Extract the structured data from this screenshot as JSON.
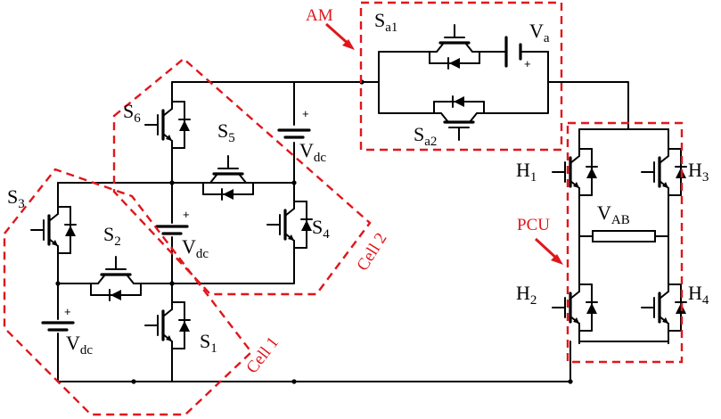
{
  "labels": {
    "am": "AM",
    "pcu": "PCU",
    "cell1": "Cell 1",
    "cell2": "Cell 2",
    "s1": "S",
    "s1_sub": "1",
    "s2": "S",
    "s2_sub": "2",
    "s3": "S",
    "s3_sub": "3",
    "s4": "S",
    "s4_sub": "4",
    "s5": "S",
    "s5_sub": "5",
    "s6": "S",
    "s6_sub": "6",
    "sa1": "S",
    "sa1_sub": "a1",
    "sa2": "S",
    "sa2_sub": "a2",
    "va": "V",
    "va_sub": "a",
    "vdc1": "V",
    "vdc1_sub": "dc",
    "vdc2": "V",
    "vdc2_sub": "dc",
    "vdc3": "V",
    "vdc3_sub": "dc",
    "h1": "H",
    "h1_sub": "1",
    "h2": "H",
    "h2_sub": "2",
    "h3": "H",
    "h3_sub": "3",
    "h4": "H",
    "h4_sub": "4",
    "vab": "V",
    "vab_sub": "AB",
    "plus": "+"
  },
  "colors": {
    "wire": "#000000",
    "highlight": "#e0161b",
    "background": "#ffffff"
  },
  "icons": [
    "igbt-icon",
    "diode-icon",
    "battery-icon",
    "resistor-icon",
    "arrow-icon"
  ]
}
